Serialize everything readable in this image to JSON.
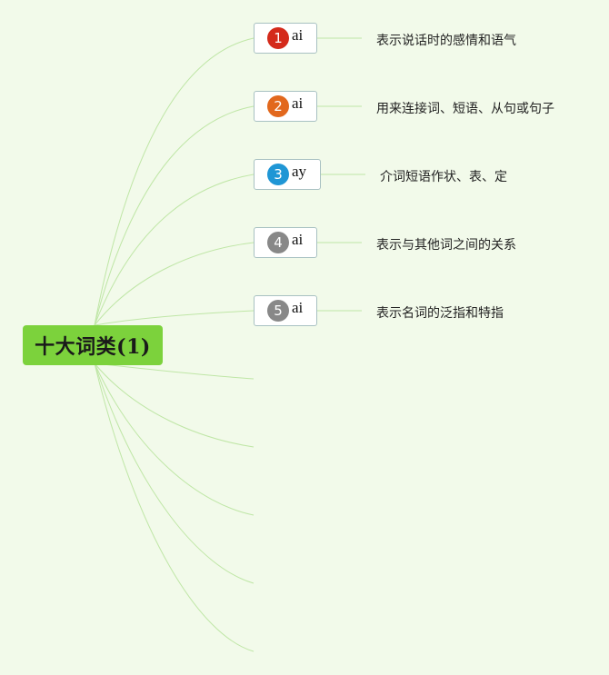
{
  "root": {
    "title": "十大词类(1)"
  },
  "nodes": [
    {
      "number": "1",
      "label": "ai",
      "description": "表示说话时的感情和语气",
      "color": "#d42a1b"
    },
    {
      "number": "2",
      "label": "ai",
      "description": "用来连接词、短语、从句或句子",
      "color": "#e2681d"
    },
    {
      "number": "3",
      "label": "ay",
      "description": "介词短语作状、表、定",
      "color": "#1f96d5"
    },
    {
      "number": "4",
      "label": "ai",
      "description": "表示与其他词之间的关系",
      "color": "#888888"
    },
    {
      "number": "5",
      "label": "ai",
      "description": "表示名词的泛指和特指",
      "color": "#888888"
    }
  ],
  "colors": {
    "branch": "#bfe6a6",
    "root_fill": "#7cd23c",
    "background": "#f2faea"
  }
}
